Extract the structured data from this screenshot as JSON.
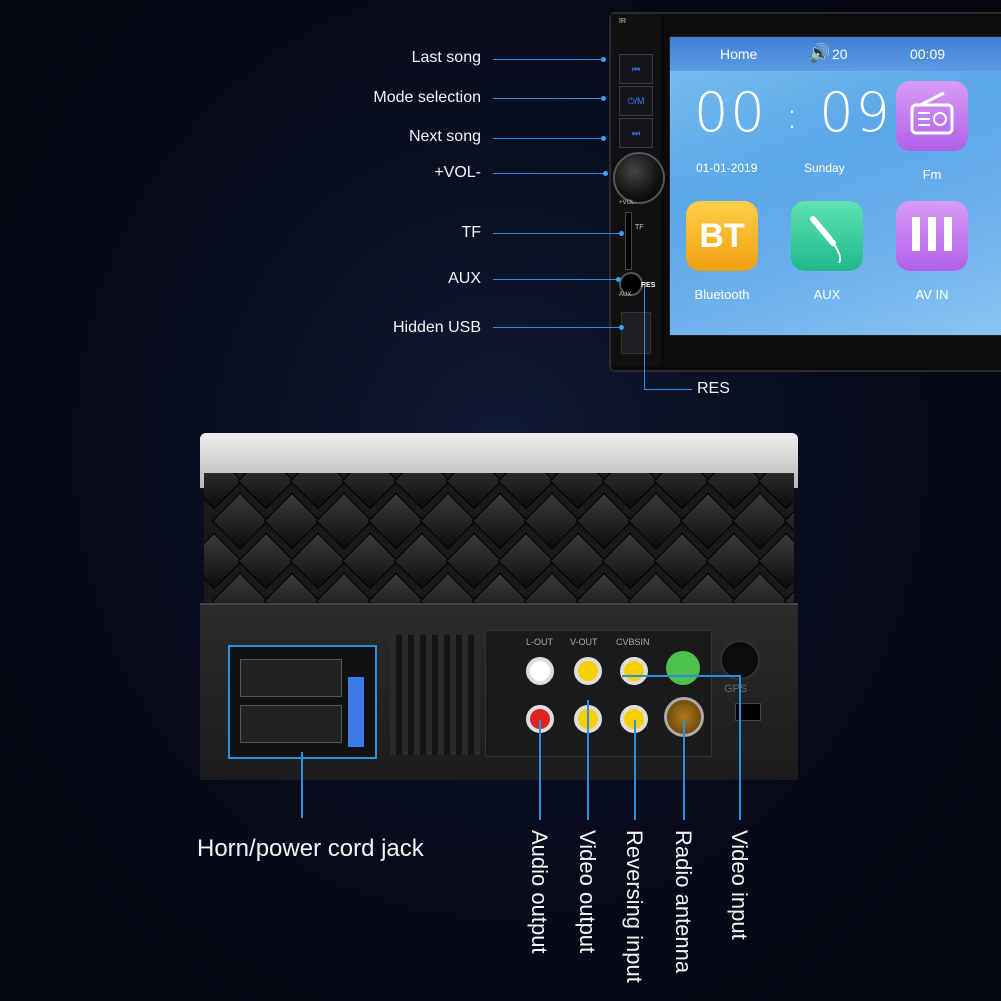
{
  "front_labels": {
    "last_song": "Last song",
    "mode_selection": "Mode selection",
    "next_song": "Next song",
    "vol": "+VOL-",
    "tf": "TF",
    "aux": "AUX",
    "hidden_usb": "Hidden USB",
    "res": "RES"
  },
  "panel_text": {
    "ir": "IR",
    "tf": "TF",
    "aux": "AUX",
    "res": "RES",
    "vol": "+VOL-"
  },
  "screen": {
    "home": "Home",
    "volume": "20",
    "time": "00:09",
    "clock_hours": "00",
    "clock_sep": ":",
    "clock_minutes": "09",
    "date": "01-01-2019",
    "day": "Sunday",
    "apps": [
      {
        "label": "Fm",
        "color": "#c67df0"
      },
      {
        "label": "Bluetooth",
        "icon_text": "BT",
        "color": "#f5b51c"
      },
      {
        "label": "AUX",
        "color": "#39cf9a"
      },
      {
        "label": "AV IN",
        "color": "#c67df0"
      }
    ]
  },
  "back_labels": {
    "horn_power": "Horn/power cord jack",
    "audio_output": "Audio output",
    "video_output": "Video output",
    "reversing_input": "Reversing input",
    "radio_antenna": "Radio antenna",
    "video_input": "Video input"
  },
  "back_panel_text": {
    "l_out": "L-OUT",
    "v_out": "V-OUT",
    "cvbs": "CVBSIN",
    "gps": "GPS"
  },
  "colors": {
    "leader_line": "#2d8fe0",
    "background": "#070b1a"
  }
}
